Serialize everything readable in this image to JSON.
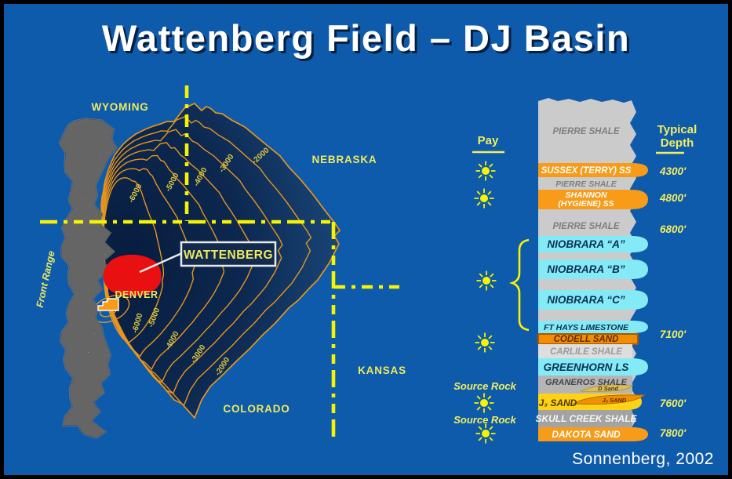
{
  "slide": {
    "title": "Wattenberg Field – DJ Basin",
    "citation": "Sonnenberg, 2002"
  },
  "colors": {
    "background_blue": "#0e5bab",
    "basin_dark": "#081d3e",
    "basin_mid": "#0c2850",
    "basin_edge": "#1a4a7e",
    "contour_orange": "#e8951c",
    "state_line_yellow": "#f6f400",
    "label_yellow": "#efe95f",
    "depth_yellow": "#f3ee5e",
    "contour_label_yellow": "#ddc940",
    "field_red": "#e81010",
    "sandstone_orange": "#f79b18",
    "codell_orange": "#f28c00",
    "chalk_cyan": "#84ebf6",
    "jsand_gold": "#ffd315",
    "shale_gray": "#cbcbcb",
    "shale_light": "#dedede",
    "shale_medium": "#b5b5b5",
    "shale_dark": "#a3a3a3",
    "dsand_tan": "#d9bf62",
    "jlens_orange": "#ef9100",
    "granite_gray": "#e3e3e3",
    "box_navy": "#122a4e",
    "navy_text": "#0d2f52",
    "white": "#ffffff"
  },
  "map": {
    "state_labels": {
      "wyoming": "WYOMING",
      "nebraska": "NEBRASKA",
      "kansas": "KANSAS",
      "colorado": "COLORADO"
    },
    "front_range_label": "Front   Range",
    "city_label": "DENVER",
    "field_label": "WATTENBERG",
    "contour_labels_upper": [
      "-6000",
      "-5000",
      "-4000",
      "-3000",
      "-2000"
    ],
    "contour_labels_lower": [
      "-6000",
      "-5000",
      "-4000",
      "-3000",
      "-2000"
    ]
  },
  "strat_column": {
    "pay_header": "Pay",
    "depth_header_lines": [
      "Typical",
      "Depth"
    ],
    "pay_sun_count": 6,
    "source_rock_labels": [
      "Source Rock",
      "Source Rock"
    ],
    "depths": [
      "4300'",
      "4800'",
      "6800'",
      "7100'",
      "7600'",
      "7800'"
    ],
    "bands": [
      {
        "label": "PIERRE SHALE",
        "kind": "shale"
      },
      {
        "label": "SUSSEX (TERRY) SS",
        "kind": "ss",
        "depth": "4300'"
      },
      {
        "label": "PIERRE SHALE",
        "kind": "shale"
      },
      {
        "label": "SHANNON (HYGIENE) SS",
        "kind": "ss",
        "depth": "4800'",
        "label_lines": [
          "SHANNON",
          "(HYGIENE) SS"
        ]
      },
      {
        "label": "PIERRE SHALE",
        "kind": "shale",
        "depth": "6800'"
      },
      {
        "label": "NIOBRARA “A”",
        "kind": "chalk"
      },
      {
        "label": "NIOBRARA “B”",
        "kind": "chalk"
      },
      {
        "label": "NIOBRARA “C”",
        "kind": "chalk"
      },
      {
        "label": "FT HAYS LIMESTONE",
        "kind": "chalk",
        "depth": "7100'"
      },
      {
        "label": "CODELL SAND",
        "kind": "codell"
      },
      {
        "label": "CARLILE SHALE",
        "kind": "shale-light"
      },
      {
        "label": "GREENHORN LS",
        "kind": "chalk"
      },
      {
        "label": "GRANEROS SHALE",
        "kind": "shale-dark",
        "lens_label": "D Sand"
      },
      {
        "label": "J₃ SAND",
        "kind": "jsand",
        "depth": "7600'",
        "lens_label": "J₃ SAND"
      },
      {
        "label": "SKULL CREEK SHALE",
        "kind": "shale-darker"
      },
      {
        "label": "DAKOTA SAND",
        "kind": "ss",
        "depth": "7800'"
      }
    ]
  }
}
